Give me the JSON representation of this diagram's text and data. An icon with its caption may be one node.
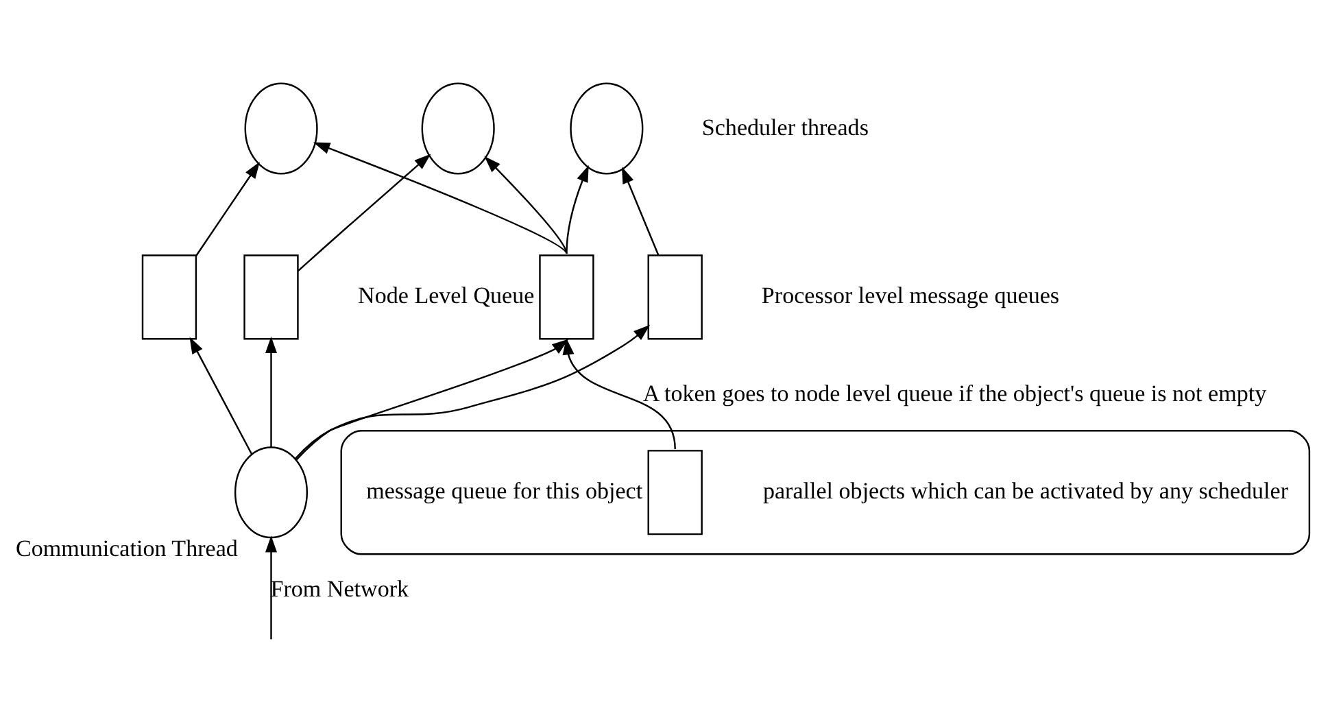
{
  "diagram": {
    "nodes": [
      {
        "text": [],
        "shape": "circle"
      },
      {
        "text": [],
        "shape": "circle"
      },
      {
        "text": [],
        "shape": "circle"
      },
      {
        "text": [],
        "shape": "box",
        "beside": [
          "parallel objects which can be activated by any scheduler"
        ]
      },
      {
        "text": [],
        "shape": "box",
        "in": 3,
        "beside": [
          "message queue for this object"
        ]
      },
      {
        "text": [],
        "shape": "box"
      },
      {
        "text": [],
        "shape": "box"
      },
      {
        "text": [],
        "shape": "box"
      },
      {
        "text": [],
        "shape": "box",
        "beside": [
          "Node Level Queue"
        ]
      },
      {
        "text": [],
        "shape": "circle",
        "beside": [
          "Communication Thread"
        ]
      }
    ],
    "edges": [
      {
        "from": null,
        "to": 9,
        "arrow": "to",
        "label": "From Network"
      },
      {
        "from": 9,
        "to": 5,
        "arrow": "to"
      },
      {
        "from": 9,
        "to": 6,
        "arrow": "to"
      },
      {
        "from": 9,
        "to": 7,
        "arrow": "to"
      },
      {
        "from": 9,
        "to": 8,
        "arrow": "to"
      },
      {
        "from": 5,
        "to": 0,
        "arrow": "to"
      },
      {
        "from": 6,
        "to": 1,
        "arrow": "to"
      },
      {
        "from": 7,
        "to": 2,
        "arrow": "to"
      },
      {
        "from": 8,
        "to": 0,
        "arrow": "to"
      },
      {
        "from": 8,
        "to": 1,
        "arrow": "to"
      },
      {
        "from": 8,
        "to": 2,
        "arrow": "to"
      },
      {
        "from": 4,
        "to": 8,
        "arrow": "to",
        "label": "A token goes to node level queue if the object's queue is not empty"
      }
    ],
    "labels": [
      "Scheduler threads",
      "Processor level message queues"
    ]
  }
}
